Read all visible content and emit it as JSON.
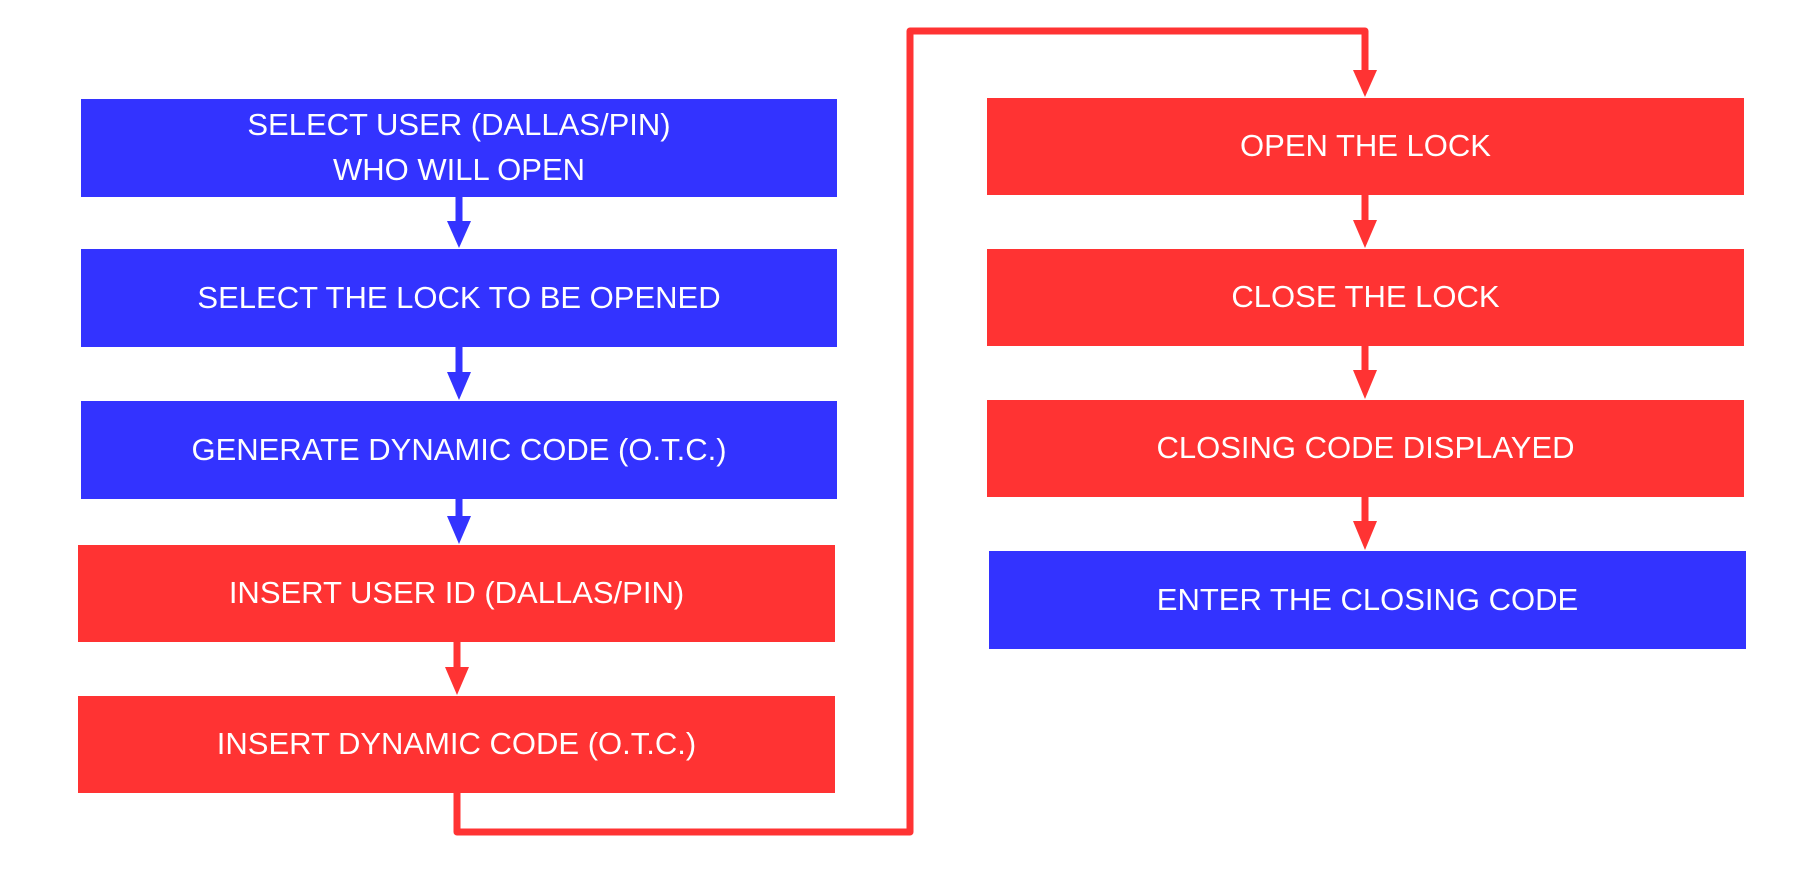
{
  "colors": {
    "blue": "#3333ff",
    "red": "#ff3333"
  },
  "flow": {
    "left_column": [
      {
        "label": "SELECT USER (DALLAS/PIN)\nWHO WILL OPEN",
        "color": "blue"
      },
      {
        "label": "SELECT THE LOCK TO BE OPENED",
        "color": "blue"
      },
      {
        "label": "GENERATE DYNAMIC CODE (O.T.C.)",
        "color": "blue"
      },
      {
        "label": "INSERT USER ID (DALLAS/PIN)",
        "color": "red"
      },
      {
        "label": "INSERT DYNAMIC CODE (O.T.C.)",
        "color": "red"
      }
    ],
    "right_column": [
      {
        "label": "OPEN THE LOCK",
        "color": "red"
      },
      {
        "label": "CLOSE THE LOCK",
        "color": "red"
      },
      {
        "label": "CLOSING CODE DISPLAYED",
        "color": "red"
      },
      {
        "label": "ENTER THE CLOSING CODE",
        "color": "blue"
      }
    ]
  }
}
